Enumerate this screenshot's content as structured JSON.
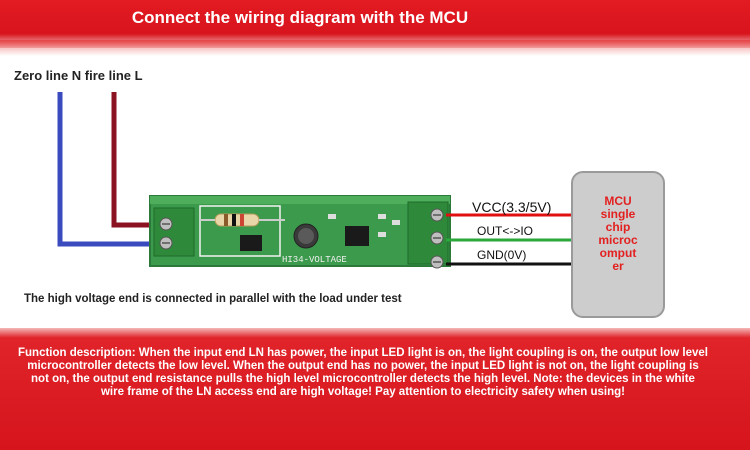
{
  "title": "Connect the wiring diagram with the MCU",
  "wire_label": "Zero line N fire line L",
  "pins": {
    "vcc": "VCC(3.3/5V)",
    "out": "OUT<->IO",
    "gnd": "GND(0V)"
  },
  "mcu_label": "MCU\nsingle\nchip\nmicroc\nomput\ner",
  "board_silk": "HI34-VOLTAGE",
  "hv_note": "The high voltage end is connected in parallel with the load under test",
  "function_description": "Function description: When the input end LN has power, the input LED light is on, the light coupling is on, the output low level microcontroller detects the low level. When the output end has no power, the input LED light is not on, the light coupling is not on, the output end resistance pulls the high level microcontroller detects the high level. Note: the devices in the white wire frame of the LN access end are high voltage! Pay attention to electricity safety when using!",
  "colors": {
    "banner": "#e31b23",
    "neutral_wire": "#3a4bbf",
    "live_wire": "#8b1220",
    "vcc_wire": "#e01010",
    "out_wire": "#2aa83a",
    "gnd_wire": "#111111",
    "pcb": "#3c9a4c",
    "mcu_box": "#cdcdcd",
    "mcu_text": "#e32020"
  }
}
